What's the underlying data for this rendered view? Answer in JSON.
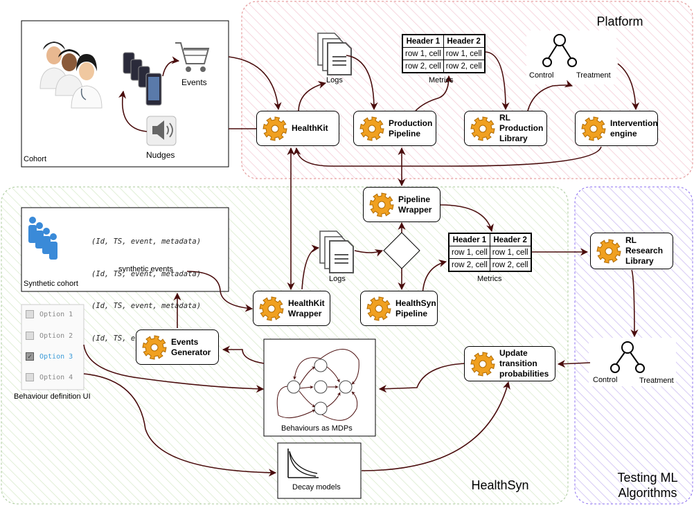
{
  "regions": {
    "platform": "Platform",
    "healthsyn": "HealthSyn",
    "testing": "Testing ML\nAlgorithms"
  },
  "cohort": {
    "label": "Cohort",
    "events": "Events",
    "nudges": "Nudges"
  },
  "platform": {
    "healthkit": "HealthKit",
    "production_pipeline": "Production\nPipeline",
    "rl_production_library": "RL\nProduction\nLibrary",
    "intervention_engine": "Intervention\nengine",
    "logs": "Logs",
    "metrics": "Metrics",
    "control": "Control",
    "treatment": "Treatment",
    "table": [
      [
        "Header 1",
        "Header 2"
      ],
      [
        "row 1, cell",
        "row 1, cell"
      ],
      [
        "row 2, cell",
        "row 2, cell"
      ]
    ]
  },
  "healthsyn": {
    "synthetic_cohort": "Synthetic cohort",
    "synthetic_events": "synthetic events",
    "event_lines": [
      "(Id, TS, event, metadata)",
      "(Id, TS, event, metadata)",
      "(Id, TS, event, metadata)",
      "(Id, TS, event, metadata)"
    ],
    "pipeline_wrapper": "Pipeline\nWrapper",
    "healthkit_wrapper": "HealthKit\nWrapper",
    "healthsyn_pipeline": "HealthSyn\nPipeline",
    "events_generator": "Events\nGenerator",
    "update_transition": "Update\ntransition\nprobabilities",
    "logs": "Logs",
    "metrics": "Metrics",
    "behaviours_mdps": "Behaviours as MDPs",
    "decay_models": "Decay models",
    "behaviour_ui": "Behaviour definition UI",
    "options": [
      "Option 1",
      "Option 2",
      "Option 3",
      "Option 4"
    ],
    "selected_option_index": 2,
    "table": [
      [
        "Header 1",
        "Header 2"
      ],
      [
        "row 1, cell",
        "row 1, cell"
      ],
      [
        "row 2, cell",
        "row 2, cell"
      ]
    ]
  },
  "testing": {
    "rl_research_library": "RL\nResearch\nLibrary",
    "control": "Control",
    "treatment": "Treatment"
  },
  "colors": {
    "arrow": "#4a0d0d",
    "platform_border": "#e08a8a",
    "platform_hatch": "#f3c6d2",
    "healthsyn_border": "#a8c89a",
    "healthsyn_hatch": "#d4e8c6",
    "testing_border": "#8a6cf0",
    "testing_hatch": "#c6b4f0",
    "gear": "#f0a020",
    "selected_option": "#3b9bd8"
  }
}
